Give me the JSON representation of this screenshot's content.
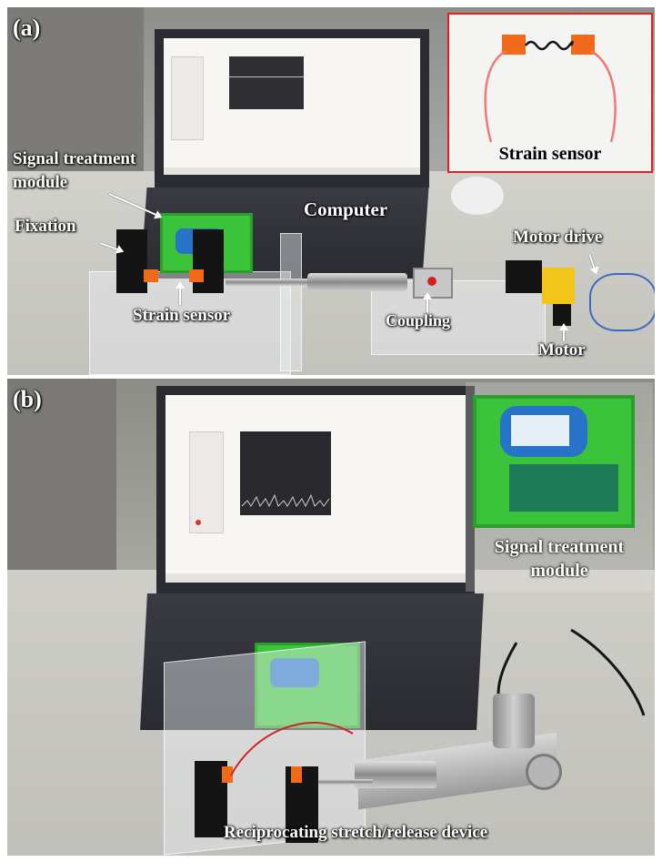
{
  "panel_a": {
    "letter": "(a)",
    "labels": {
      "signal_treatment_module": "Signal treatment\nmodule",
      "fixation": "Fixation",
      "computer": "Computer",
      "motor_drive": "Motor drive",
      "strain_sensor": "Strain sensor",
      "coupling": "Coupling",
      "motor": "Motor"
    },
    "inset_caption": "Strain sensor"
  },
  "panel_b": {
    "letter": "(b)",
    "inset_caption": "Signal treatment\nmodule",
    "device_label": "Reciprocating stretch/release device"
  },
  "colors": {
    "inset_border": "#e02020",
    "module_green": "#3bc43b",
    "battery_blue": "#2673c8",
    "fixture_orange": "#f06a1a"
  }
}
